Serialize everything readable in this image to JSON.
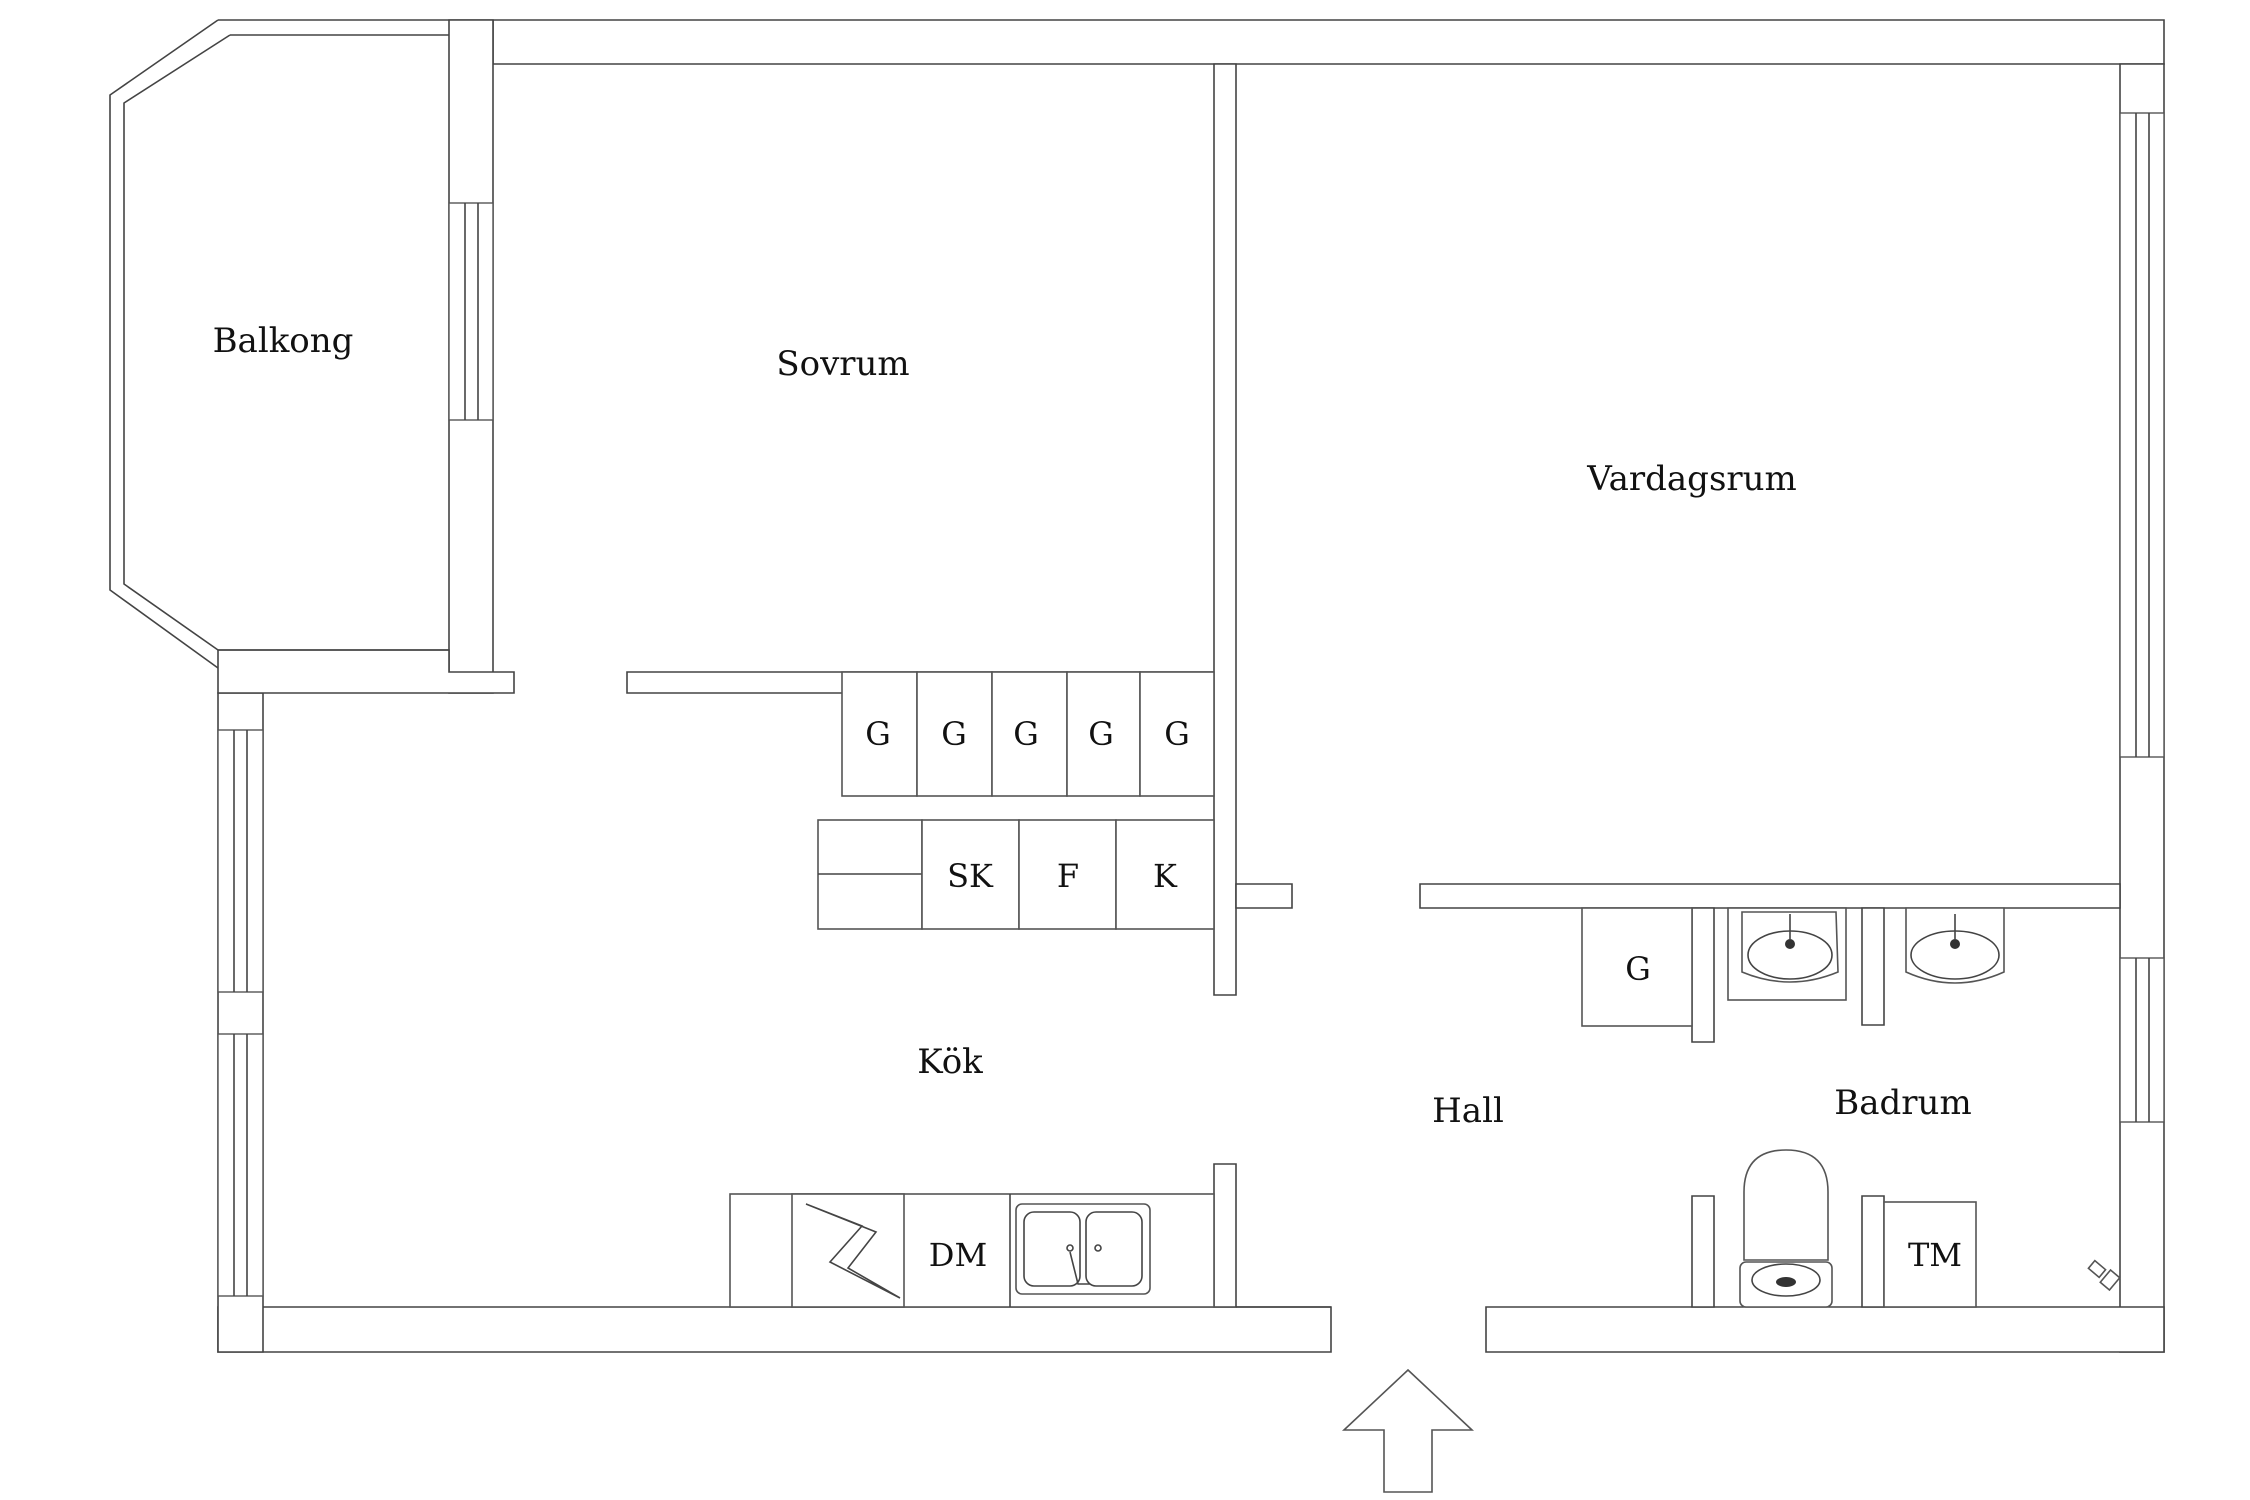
{
  "rooms": {
    "balkong": "Balkong",
    "sovrum": "Sovrum",
    "vardagsrum": "Vardagsrum",
    "kok": "Kök",
    "hall": "Hall",
    "badrum": "Badrum"
  },
  "closets": {
    "g1": "G",
    "g2": "G",
    "g3": "G",
    "g4": "G",
    "g5": "G",
    "g_hall": "G"
  },
  "appliances": {
    "sk": "SK",
    "f": "F",
    "k": "K",
    "dm": "DM",
    "tm": "TM"
  }
}
